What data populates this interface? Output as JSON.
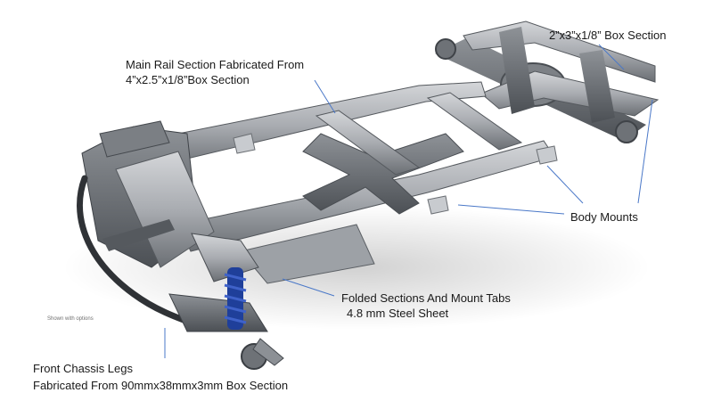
{
  "callouts": {
    "main_rail": {
      "line1": "Main Rail Section Fabricated From",
      "line2": "4”x2.5”x1/8”Box Section"
    },
    "box_section": {
      "text": "2”x3”x1/8” Box Section"
    },
    "body_mounts": {
      "text": "Body Mounts"
    },
    "folded_sections": {
      "line1": "Folded Sections And Mount Tabs",
      "line2": "4.8 mm Steel Sheet"
    },
    "front_legs": {
      "line1": "Front Chassis Legs",
      "line2": "Fabricated From 90mmx38mmx3mm Box Section"
    }
  },
  "note": {
    "text": "Shown with options"
  },
  "colors": {
    "leader_line": "#4a78c8",
    "steel_light": "#b9bcc0",
    "steel_dark": "#5f6368",
    "spring_blue": "#1f3f9a"
  }
}
